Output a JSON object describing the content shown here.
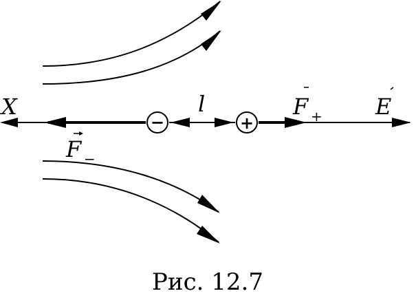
{
  "labels": {
    "axis_x": "X",
    "field_e": "E",
    "separation": "l",
    "force_letter_plus": "F",
    "force_sub_plus": "+",
    "force_letter_minus": "F",
    "force_sub_minus": "−"
  },
  "charges": {
    "negative_sign": "−",
    "positive_sign": "+"
  },
  "caption": "Рис. 12.7"
}
